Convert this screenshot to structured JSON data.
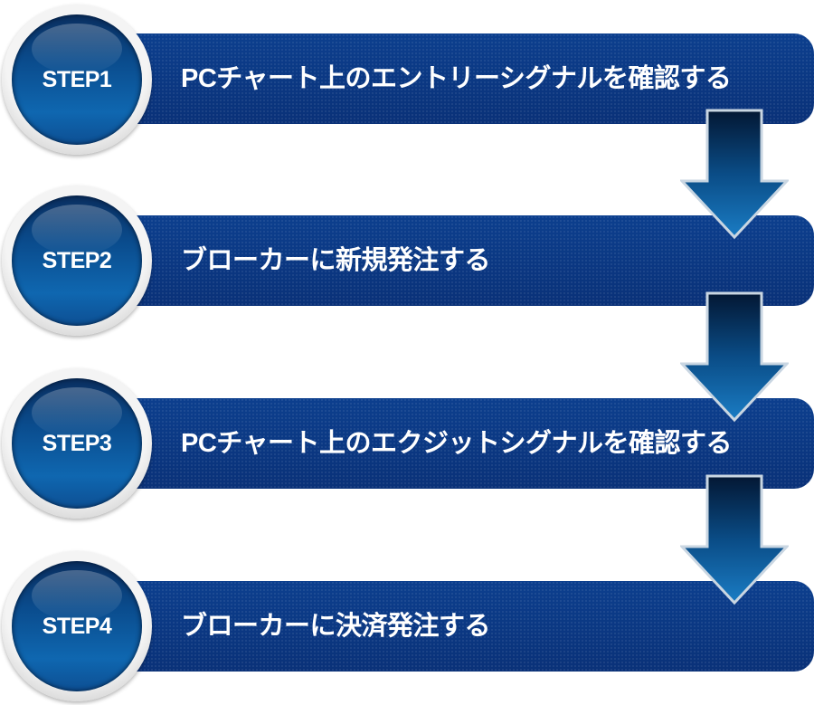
{
  "steps": [
    {
      "label": "STEP1",
      "text": "PCチャート上のエントリーシグナルを確認する"
    },
    {
      "label": "STEP2",
      "text": "ブローカーに新規発注する"
    },
    {
      "label": "STEP3",
      "text": "PCチャート上のエクジットシグナルを確認する"
    },
    {
      "label": "STEP4",
      "text": "ブローカーに決済発注する"
    }
  ],
  "colors": {
    "bar": "#0d3a86",
    "circle": "#0f67b0",
    "arrow": "#1a6fb0"
  }
}
